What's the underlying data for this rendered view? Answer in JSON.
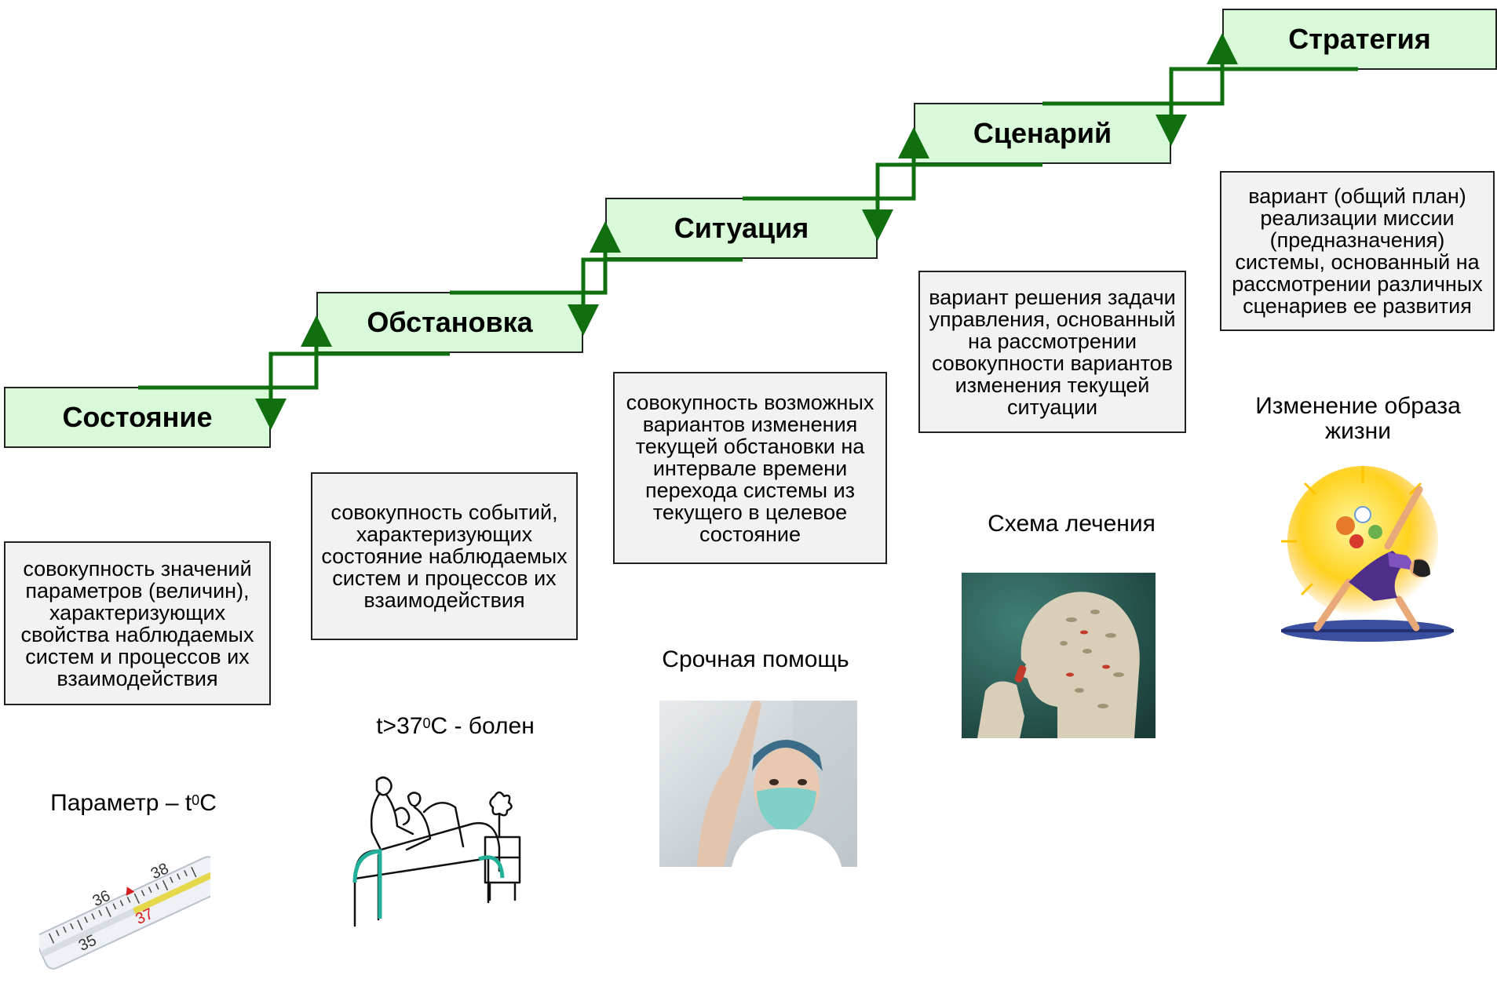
{
  "stages": [
    {
      "label": "Состояние"
    },
    {
      "label": "Обстановка"
    },
    {
      "label": "Ситуация"
    },
    {
      "label": "Сценарий"
    },
    {
      "label": "Стратегия"
    }
  ],
  "descriptions": [
    "совокупность значений параметров (величин), характеризующих свойства наблюдаемых систем и процессов их взаимодействия",
    "совокупность событий, характеризующих состояние наблюдаемых систем и процессов их взаимодействия",
    "совокупность возможных вариантов изменения текущей обстановки на интервале времени перехода системы из текущего в целевое состояние",
    "вариант решения задачи управления, основанный на рассмотрении совокупности вариантов изменения текущей ситуации",
    "вариант (общий план) реализации миссии (предназначения) системы, основанный на рассмотрении различных сценариев ее развития"
  ],
  "examples": {
    "parameter": {
      "pre": "Параметр – t",
      "sup": "0",
      "post": "C"
    },
    "ill": {
      "pre": "t>37",
      "sup": "0",
      "post": "C - болен"
    },
    "urgent": "Срочная помощь",
    "treatment": "Схема лечения",
    "lifestyle": "Изменение образа жизни"
  },
  "thermometer_scale": [
    "35",
    "36",
    "37",
    "38"
  ],
  "colors": {
    "stage_fill": "#d9fad9",
    "desc_fill": "#f2f2f2",
    "connector": "#107010"
  }
}
